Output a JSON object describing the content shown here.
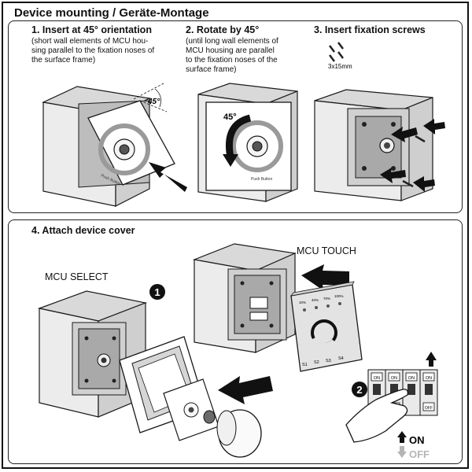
{
  "page": {
    "title": "Device mounting / Geräte-Montage"
  },
  "step1": {
    "heading": "1. Insert at 45° orientation",
    "note_lines": [
      "(short wall elements of MCU hou-",
      "sing parallel to the fixation noses of",
      "the surface frame)"
    ],
    "angle_label": "45°",
    "plate_text": "Push Button"
  },
  "step2": {
    "heading": "2. Rotate by 45°",
    "note_lines": [
      "(until long wall elements of",
      "MCU housing are parallel",
      "to the fixation noses of the",
      "surface frame)"
    ],
    "angle_label": "45°",
    "plate_text": "Push Button"
  },
  "step3": {
    "heading": "3. Insert fixation screws",
    "screw_size": "3x15mm"
  },
  "step4": {
    "heading": "4. Attach device cover",
    "select_label": "MCU SELECT",
    "touch_label": "MCU TOUCH",
    "badge1": "1",
    "badge2": "2",
    "touch_top_labels": [
      "10%",
      "40%",
      "70%",
      "100%"
    ],
    "touch_bottom_labels": [
      "S1",
      "S2",
      "S3",
      "S4"
    ],
    "switch_on": "ON",
    "switch_off": "OFF",
    "legend_on": "ON",
    "legend_off": "OFF"
  },
  "colors": {
    "line": "#1a1a1a",
    "box_fill": "#e6e6e6",
    "box_side": "#cfcfcf",
    "arrow": "#111111",
    "legend_off": "#b5b5b5"
  }
}
